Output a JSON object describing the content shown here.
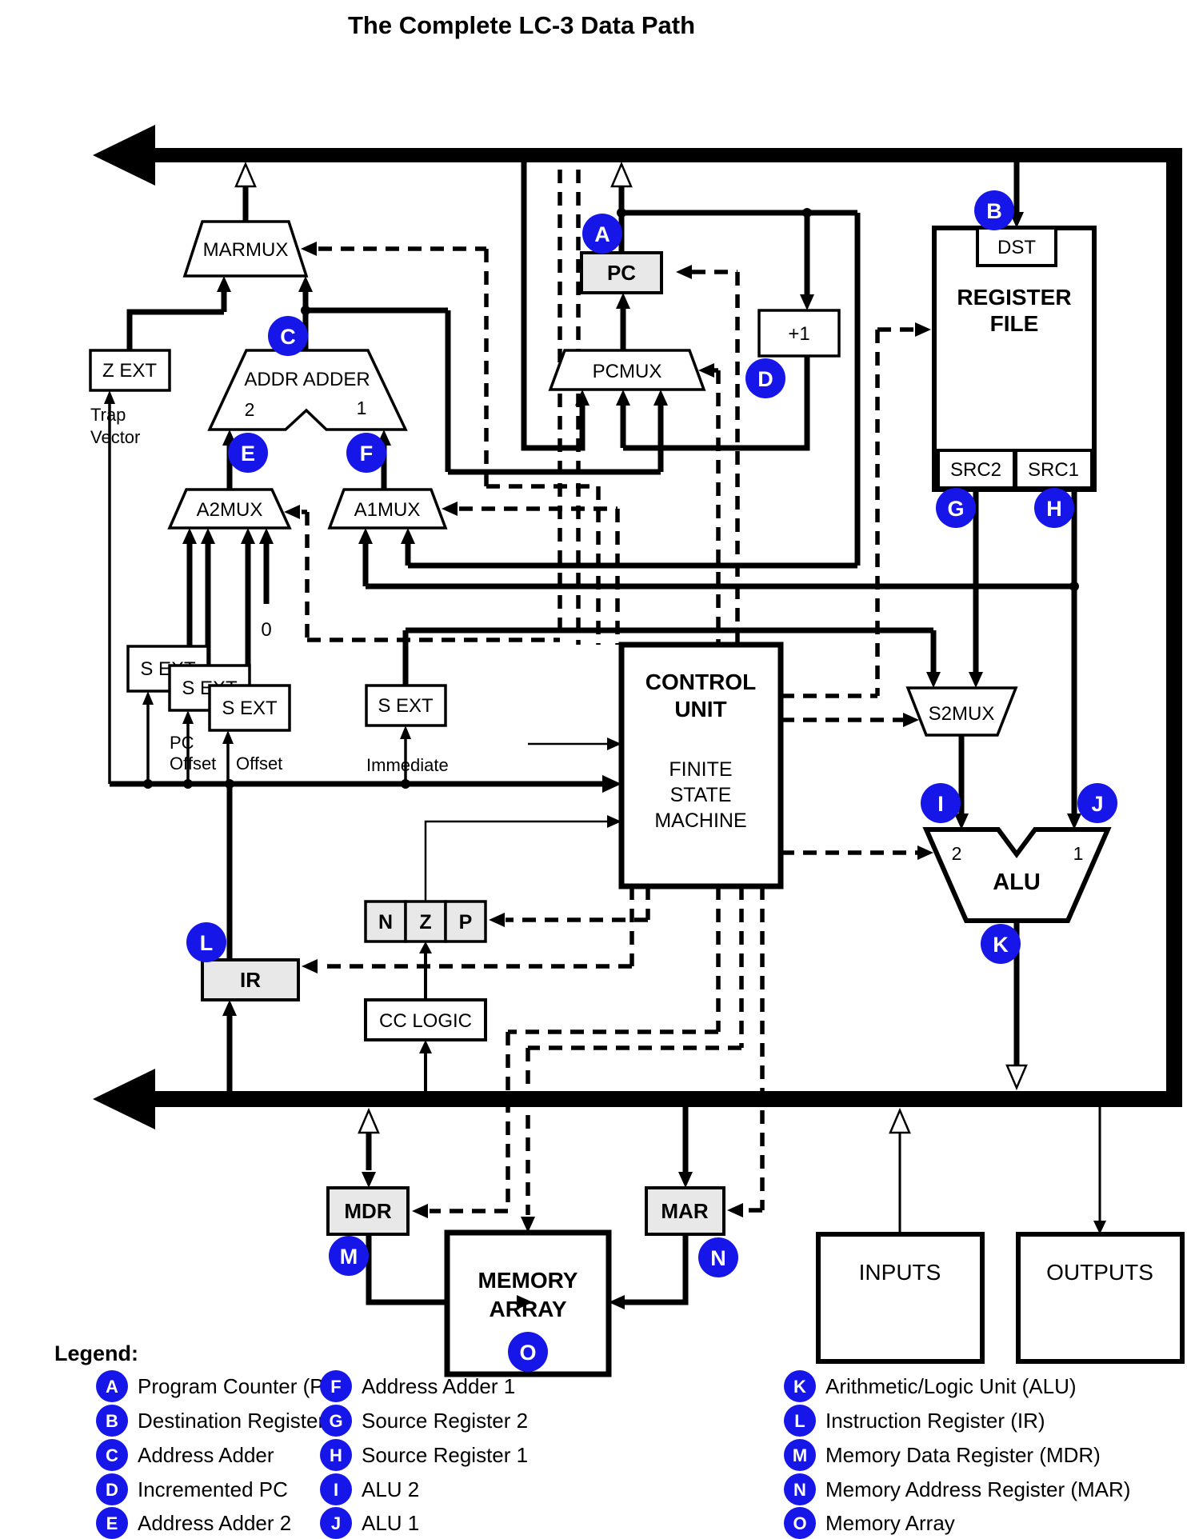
{
  "title": "The Complete LC-3 Data Path",
  "colors": {
    "badge_blue": "#1616e8",
    "register_fill": "#e8e8e8",
    "line_black": "#000000"
  },
  "nodes": {
    "marmux": "MARMUX",
    "pc": "PC",
    "plus_one": "+1",
    "pcmux": "PCMUX",
    "dst": "DST",
    "register_file_1": "REGISTER",
    "register_file_2": "FILE",
    "src2": "SRC2",
    "src1": "SRC1",
    "zext": "Z EXT",
    "trap_vector_1": "Trap",
    "trap_vector_2": "Vector",
    "addr_adder": "ADDR ADDER",
    "adder_in_2": "2",
    "adder_in_1": "1",
    "a2mux": "A2MUX",
    "a1mux": "A1MUX",
    "sext": "S EXT",
    "zero": "0",
    "pc_offset_1": "PC",
    "pc_offset_2": "Offset",
    "offset": "Offset",
    "immediate": "Immediate",
    "control_unit_1": "CONTROL",
    "control_unit_2": "UNIT",
    "fsm_1": "FINITE",
    "fsm_2": "STATE",
    "fsm_3": "MACHINE",
    "s2mux": "S2MUX",
    "alu": "ALU",
    "alu_in_2": "2",
    "alu_in_1": "1",
    "nzp_n": "N",
    "nzp_z": "Z",
    "nzp_p": "P",
    "ir": "IR",
    "cc_logic": "CC LOGIC",
    "mdr": "MDR",
    "mar": "MAR",
    "memory_1": "MEMORY",
    "memory_2": "ARRAY",
    "inputs": "INPUTS",
    "outputs": "OUTPUTS"
  },
  "legend": {
    "heading": "Legend:",
    "items": [
      {
        "k": "A",
        "label": "Program Counter (PC)"
      },
      {
        "k": "B",
        "label": "Destination Register"
      },
      {
        "k": "C",
        "label": "Address Adder"
      },
      {
        "k": "D",
        "label": "Incremented PC"
      },
      {
        "k": "E",
        "label": "Address Adder 2"
      },
      {
        "k": "F",
        "label": "Address Adder 1"
      },
      {
        "k": "G",
        "label": "Source Register 2"
      },
      {
        "k": "H",
        "label": "Source Register 1"
      },
      {
        "k": "I",
        "label": "ALU 2"
      },
      {
        "k": "J",
        "label": "ALU 1"
      },
      {
        "k": "K",
        "label": "Arithmetic/Logic Unit (ALU)"
      },
      {
        "k": "L",
        "label": "Instruction Register (IR)"
      },
      {
        "k": "M",
        "label": "Memory Data Register (MDR)"
      },
      {
        "k": "N",
        "label": "Memory Address Register (MAR)"
      },
      {
        "k": "O",
        "label": "Memory Array"
      }
    ]
  }
}
